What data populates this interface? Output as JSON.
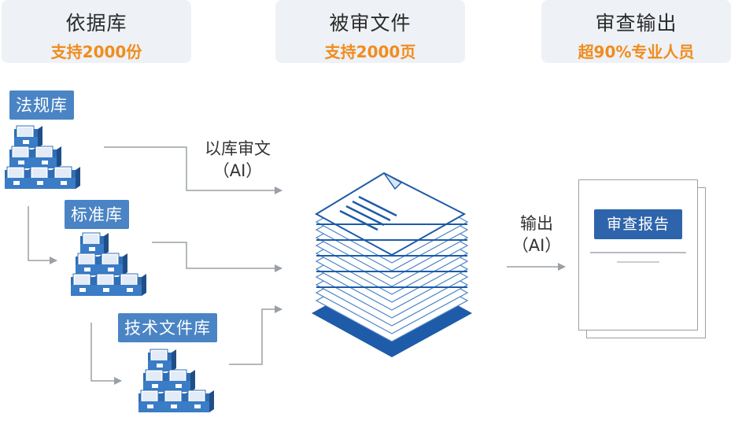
{
  "headers": [
    {
      "title": "依据库",
      "subtitle": "支持2000份"
    },
    {
      "title": "被审文件",
      "subtitle": "支持2000页"
    },
    {
      "title": "审查输出",
      "subtitle": "超90%专业人员"
    }
  ],
  "libraries": [
    "法规库",
    "标准库",
    "技术文件库"
  ],
  "flow_labels": {
    "review": [
      "以库审文",
      "（AI）"
    ],
    "output": [
      "输出",
      "（AI）"
    ]
  },
  "report": {
    "button": "审查报告"
  },
  "colors": {
    "accent": "#2e64ab",
    "highlight": "#f08c1e",
    "panel": "#eef1f5",
    "tag": "#4a84c4"
  }
}
